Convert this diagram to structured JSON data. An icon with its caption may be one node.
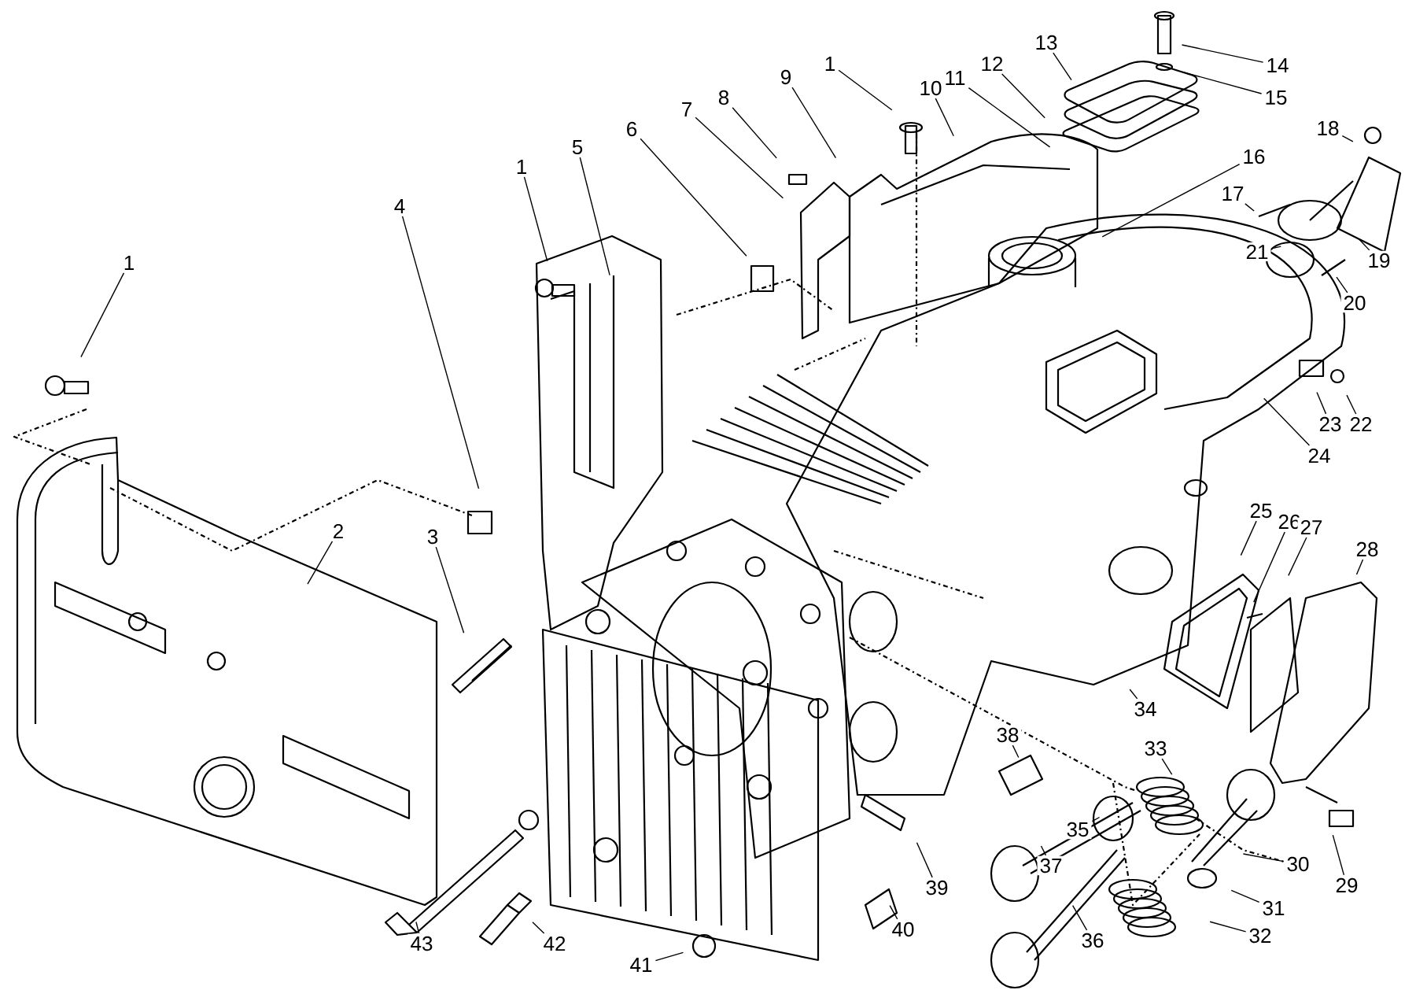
{
  "diagram": {
    "nodes": [
      {
        "text": [
          "1"
        ]
      },
      {
        "text": [
          "1"
        ]
      },
      {
        "text": [
          "1"
        ]
      },
      {
        "text": [
          "2"
        ]
      },
      {
        "text": [
          "3"
        ]
      },
      {
        "text": [
          "4"
        ]
      },
      {
        "text": [
          "5"
        ]
      },
      {
        "text": [
          "6"
        ]
      },
      {
        "text": [
          "7"
        ]
      },
      {
        "text": [
          "8"
        ]
      },
      {
        "text": [
          "9"
        ]
      },
      {
        "text": [
          "10"
        ]
      },
      {
        "text": [
          "11"
        ]
      },
      {
        "text": [
          "12"
        ]
      },
      {
        "text": [
          "13"
        ]
      },
      {
        "text": [
          "14"
        ]
      },
      {
        "text": [
          "15"
        ]
      },
      {
        "text": [
          "16"
        ]
      },
      {
        "text": [
          "17"
        ]
      },
      {
        "text": [
          "18"
        ]
      },
      {
        "text": [
          "19"
        ]
      },
      {
        "text": [
          "20"
        ]
      },
      {
        "text": [
          "21"
        ]
      },
      {
        "text": [
          "22"
        ]
      },
      {
        "text": [
          "23"
        ]
      },
      {
        "text": [
          "24"
        ]
      },
      {
        "text": [
          "25"
        ]
      },
      {
        "text": [
          "26"
        ]
      },
      {
        "text": [
          "27"
        ]
      },
      {
        "text": [
          "28"
        ]
      },
      {
        "text": [
          "29"
        ]
      },
      {
        "text": [
          "30"
        ]
      },
      {
        "text": [
          "31"
        ]
      },
      {
        "text": [
          "32"
        ]
      },
      {
        "text": [
          "33"
        ]
      },
      {
        "text": [
          "34"
        ]
      },
      {
        "text": [
          "35"
        ]
      },
      {
        "text": [
          "36"
        ]
      },
      {
        "text": [
          "37"
        ]
      },
      {
        "text": [
          "38"
        ]
      },
      {
        "text": [
          "39"
        ]
      },
      {
        "text": [
          "40"
        ]
      },
      {
        "text": [
          "41"
        ]
      },
      {
        "text": [
          "42"
        ]
      },
      {
        "text": [
          "43"
        ]
      }
    ],
    "edges": [
      {
        "from": 0,
        "to": null,
        "arrow": "none"
      },
      {
        "from": 1,
        "to": null,
        "arrow": "none"
      },
      {
        "from": 2,
        "to": null,
        "arrow": "none"
      },
      {
        "from": 3,
        "to": null,
        "arrow": "none"
      },
      {
        "from": 4,
        "to": null,
        "arrow": "none"
      },
      {
        "from": 5,
        "to": null,
        "arrow": "none"
      },
      {
        "from": 6,
        "to": null,
        "arrow": "none"
      },
      {
        "from": 7,
        "to": null,
        "arrow": "none"
      },
      {
        "from": 8,
        "to": null,
        "arrow": "none"
      },
      {
        "from": 9,
        "to": null,
        "arrow": "none"
      },
      {
        "from": 10,
        "to": null,
        "arrow": "none"
      },
      {
        "from": 11,
        "to": null,
        "arrow": "none"
      },
      {
        "from": 12,
        "to": null,
        "arrow": "none"
      },
      {
        "from": 13,
        "to": null,
        "arrow": "none"
      },
      {
        "from": 14,
        "to": null,
        "arrow": "none"
      },
      {
        "from": 15,
        "to": null,
        "arrow": "none"
      },
      {
        "from": 16,
        "to": null,
        "arrow": "none"
      },
      {
        "from": 17,
        "to": null,
        "arrow": "none"
      },
      {
        "from": 18,
        "to": null,
        "arrow": "none"
      },
      {
        "from": 19,
        "to": null,
        "arrow": "none"
      },
      {
        "from": 20,
        "to": null,
        "arrow": "none"
      },
      {
        "from": 21,
        "to": null,
        "arrow": "none"
      },
      {
        "from": 22,
        "to": null,
        "arrow": "none"
      },
      {
        "from": 23,
        "to": null,
        "arrow": "none"
      },
      {
        "from": 24,
        "to": null,
        "arrow": "none"
      },
      {
        "from": 25,
        "to": null,
        "arrow": "none"
      },
      {
        "from": 26,
        "to": null,
        "arrow": "none"
      },
      {
        "from": 27,
        "to": null,
        "arrow": "none"
      },
      {
        "from": 28,
        "to": null,
        "arrow": "none"
      },
      {
        "from": 29,
        "to": null,
        "arrow": "none"
      },
      {
        "from": 30,
        "to": null,
        "arrow": "none"
      },
      {
        "from": 31,
        "to": null,
        "arrow": "none"
      },
      {
        "from": 32,
        "to": null,
        "arrow": "none"
      },
      {
        "from": 33,
        "to": null,
        "arrow": "none"
      },
      {
        "from": 34,
        "to": null,
        "arrow": "none"
      },
      {
        "from": 35,
        "to": null,
        "arrow": "none"
      },
      {
        "from": 36,
        "to": null,
        "arrow": "none"
      },
      {
        "from": 37,
        "to": null,
        "arrow": "none"
      },
      {
        "from": 38,
        "to": null,
        "arrow": "none"
      },
      {
        "from": 39,
        "to": null,
        "arrow": "none"
      },
      {
        "from": 40,
        "to": null,
        "arrow": "none"
      },
      {
        "from": 41,
        "to": null,
        "arrow": "none"
      },
      {
        "from": 42,
        "to": null,
        "arrow": "none"
      },
      {
        "from": 43,
        "to": null,
        "arrow": "none"
      },
      {
        "from": 44,
        "to": null,
        "arrow": "none"
      }
    ]
  }
}
